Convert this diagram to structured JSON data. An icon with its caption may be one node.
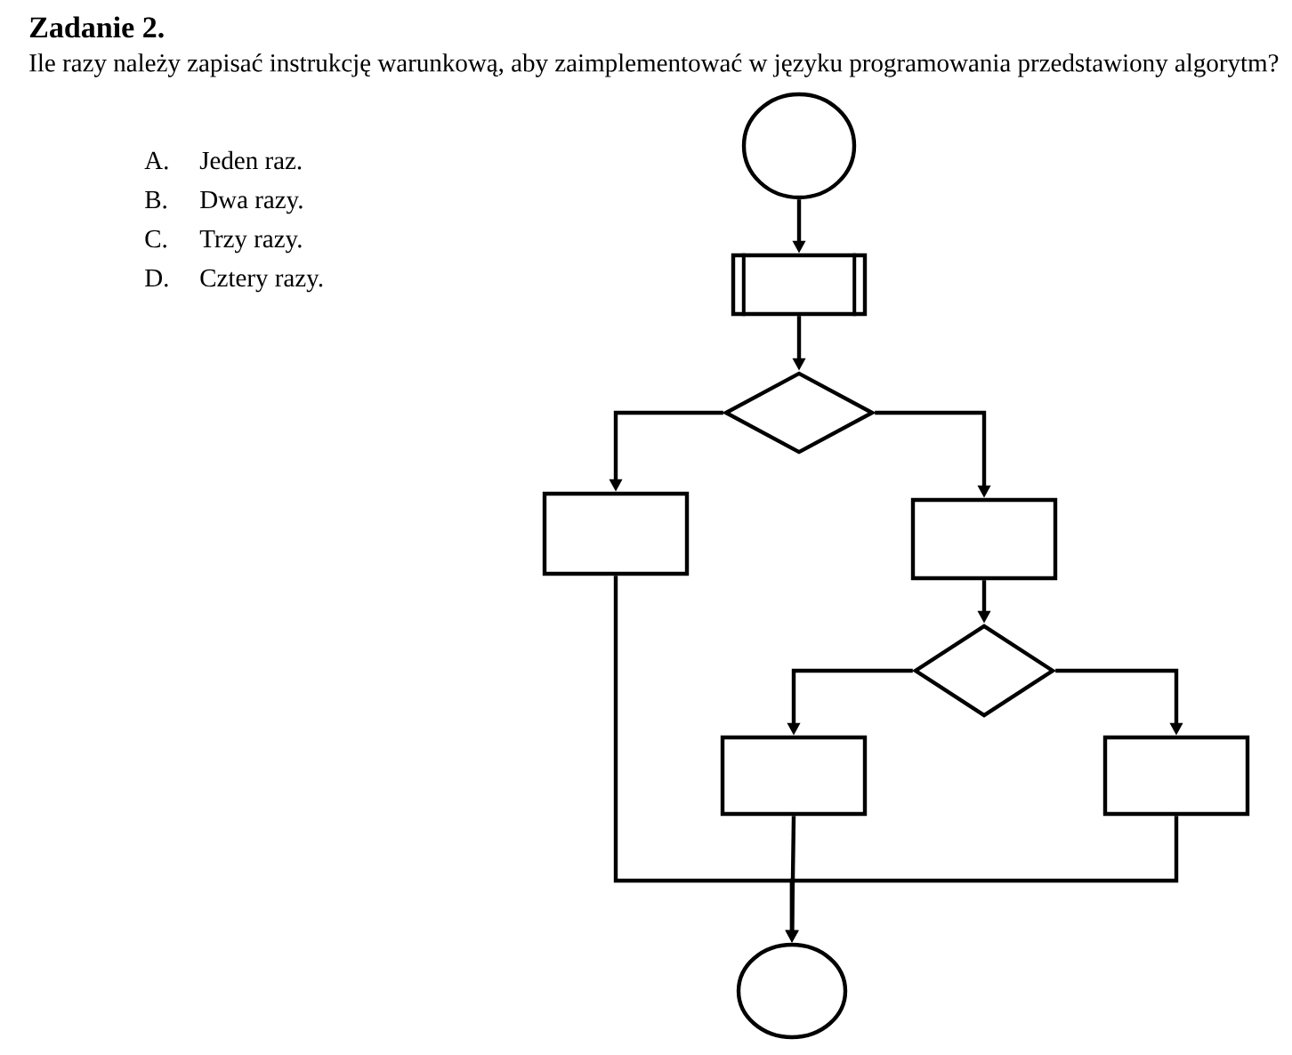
{
  "diagram": {
    "title": "Zadanie 2.",
    "nodes": [
      {
        "text": [],
        "shape": "circle"
      },
      {
        "text": [],
        "shape": "box"
      },
      {
        "text": [],
        "shape": "diamond"
      },
      {
        "text": [],
        "shape": "box"
      },
      {
        "text": [],
        "shape": "box"
      },
      {
        "text": [],
        "shape": "diamond"
      },
      {
        "text": [],
        "shape": "box"
      },
      {
        "text": [],
        "shape": "box"
      },
      {
        "text": [],
        "shape": "circle"
      }
    ],
    "edges": [
      {
        "from": 0,
        "to": 1,
        "arrow": "to"
      },
      {
        "from": 1,
        "to": 2,
        "arrow": "to"
      },
      {
        "from": 2,
        "to": 3,
        "arrow": "to"
      },
      {
        "from": 2,
        "to": 4,
        "arrow": "to"
      },
      {
        "from": 4,
        "to": 5,
        "arrow": "to"
      },
      {
        "from": 5,
        "to": 6,
        "arrow": "to"
      },
      {
        "from": 5,
        "to": 7,
        "arrow": "to"
      },
      {
        "from": 3,
        "to": 8,
        "arrow": "to"
      },
      {
        "from": 6,
        "to": 8,
        "arrow": "to"
      },
      {
        "from": 7,
        "to": 8,
        "arrow": "to"
      }
    ],
    "labels": [
      "Ile razy należy zapisać instrukcję warunkową, aby zaimplementować w języku programowania przedstawiony algorytm?",
      "A.",
      "Jeden raz.",
      "B.",
      "Dwa razy.",
      "C.",
      "Trzy razy.",
      "D.",
      "Cztery razy."
    ]
  }
}
